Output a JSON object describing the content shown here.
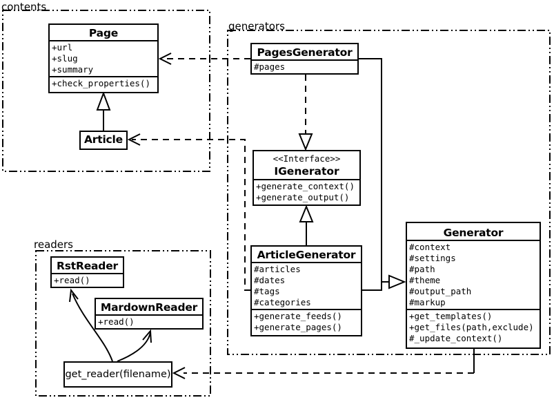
{
  "packages": {
    "contents": {
      "label": "contents"
    },
    "generators": {
      "label": "generators"
    },
    "readers": {
      "label": "readers"
    }
  },
  "classes": {
    "page": {
      "title": "Page",
      "attrs": [
        "+url",
        "+slug",
        "+summary"
      ],
      "methods": [
        "+check_properties()"
      ]
    },
    "article": {
      "title": "Article"
    },
    "pages_generator": {
      "title": "PagesGenerator",
      "attrs": [
        "#pages"
      ]
    },
    "igenerator": {
      "stereotype": "<<Interface>>",
      "title": "IGenerator",
      "methods": [
        "+generate_context()",
        "+generate_output()"
      ]
    },
    "article_generator": {
      "title": "ArticleGenerator",
      "attrs": [
        "#articles",
        "#dates",
        "#tags",
        "#categories"
      ],
      "methods": [
        "+generate_feeds()",
        "+generate_pages()"
      ]
    },
    "generator": {
      "title": "Generator",
      "attrs": [
        "#context",
        "#settings",
        "#path",
        "#theme",
        "#output_path",
        "#markup"
      ],
      "methods": [
        "+get_templates()",
        "+get_files(path,exclude)",
        "#_update_context()"
      ]
    },
    "rst_reader": {
      "title": "RstReader",
      "methods": [
        "+read()"
      ]
    },
    "markdown_reader": {
      "title": "MardownReader",
      "methods": [
        "+read()"
      ]
    },
    "get_reader": {
      "label": "get_reader(filename)"
    }
  },
  "relationships": [
    {
      "from": "Article",
      "to": "Page",
      "type": "inheritance"
    },
    {
      "from": "PagesGenerator",
      "to": "Page",
      "type": "dependency"
    },
    {
      "from": "ArticleGenerator",
      "to": "Article",
      "type": "dependency"
    },
    {
      "from": "PagesGenerator",
      "to": "IGenerator",
      "type": "realization"
    },
    {
      "from": "ArticleGenerator",
      "to": "IGenerator",
      "type": "realization"
    },
    {
      "from": "PagesGenerator",
      "to": "Generator",
      "type": "inheritance"
    },
    {
      "from": "ArticleGenerator",
      "to": "Generator",
      "type": "inheritance"
    },
    {
      "from": "Generator",
      "to": "get_reader(filename)",
      "type": "dependency"
    },
    {
      "from": "get_reader(filename)",
      "to": "RstReader",
      "type": "arrow"
    },
    {
      "from": "get_reader(filename)",
      "to": "MardownReader",
      "type": "arrow"
    }
  ],
  "colors": {
    "line": "#000000",
    "background": "#ffffff"
  }
}
